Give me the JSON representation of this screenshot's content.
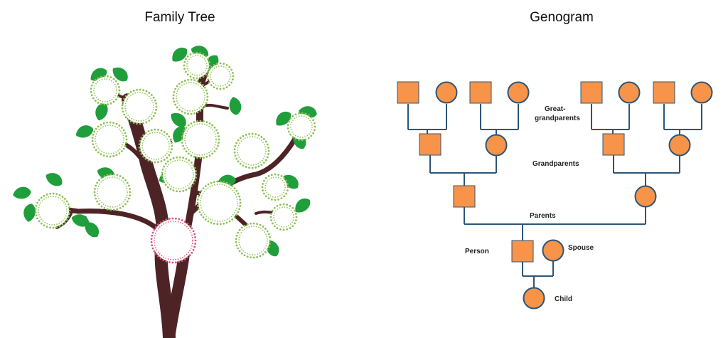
{
  "family_tree": {
    "title": "Family Tree",
    "colors": {
      "trunk": "#4e2326",
      "leaf": "#1f9e3b",
      "ring": "#8cc152",
      "root_ring": "#d9577b"
    }
  },
  "genogram": {
    "title": "Genogram",
    "colors": {
      "fill": "#f7944a",
      "stroke": "#2d5578"
    },
    "labels": {
      "great_grandparents_1": "Great-",
      "great_grandparents_2": "grandparents",
      "grandparents": "Grandparents",
      "parents": "Parents",
      "person": "Person",
      "spouse": "Spouse",
      "child": "Child"
    }
  }
}
